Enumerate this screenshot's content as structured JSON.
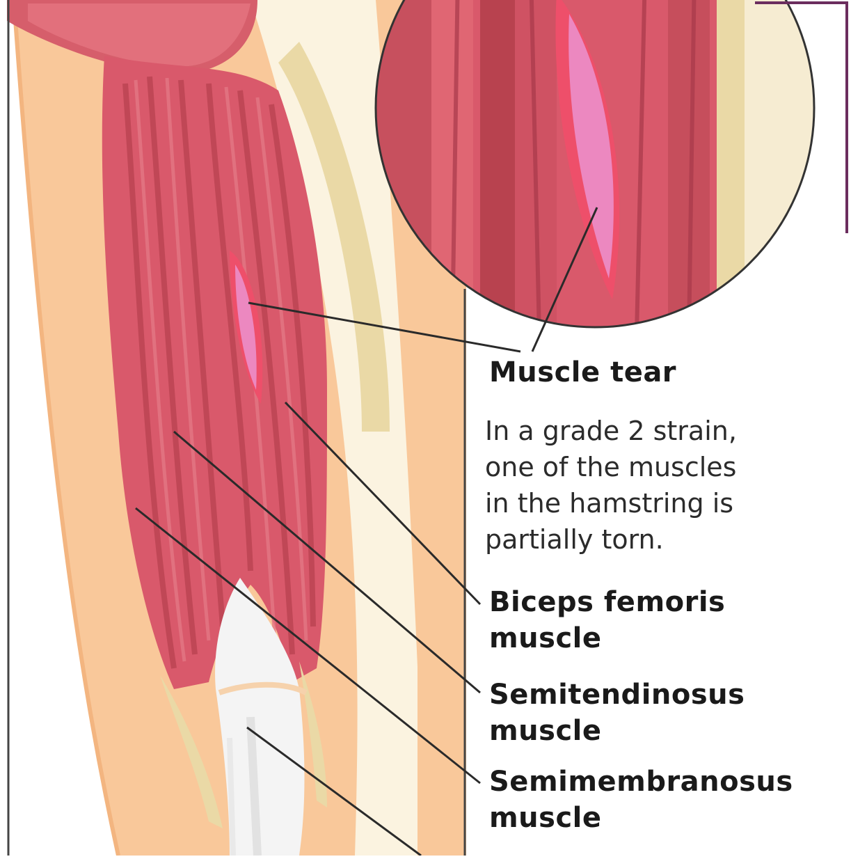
{
  "labels": {
    "muscle_tear": "Muscle tear",
    "description": [
      "In a grade 2 strain,",
      "one of the muscles",
      "in the hamstring is",
      "partially torn."
    ],
    "biceps_femoris": [
      "Biceps femoris",
      "muscle"
    ],
    "semitendinosus": [
      "Semitendinosus",
      "muscle"
    ],
    "semimembranosus": [
      "Semimembranosus",
      "muscle"
    ]
  },
  "colors": {
    "skin": "#f9c89a",
    "muscle": "#d9596b",
    "muscle_dark": "#b8424f",
    "tear": "#ec88c0",
    "tendon": "#ead9a6",
    "bone": "#f4f4f4",
    "frame_accent": "#6b2d5e"
  }
}
